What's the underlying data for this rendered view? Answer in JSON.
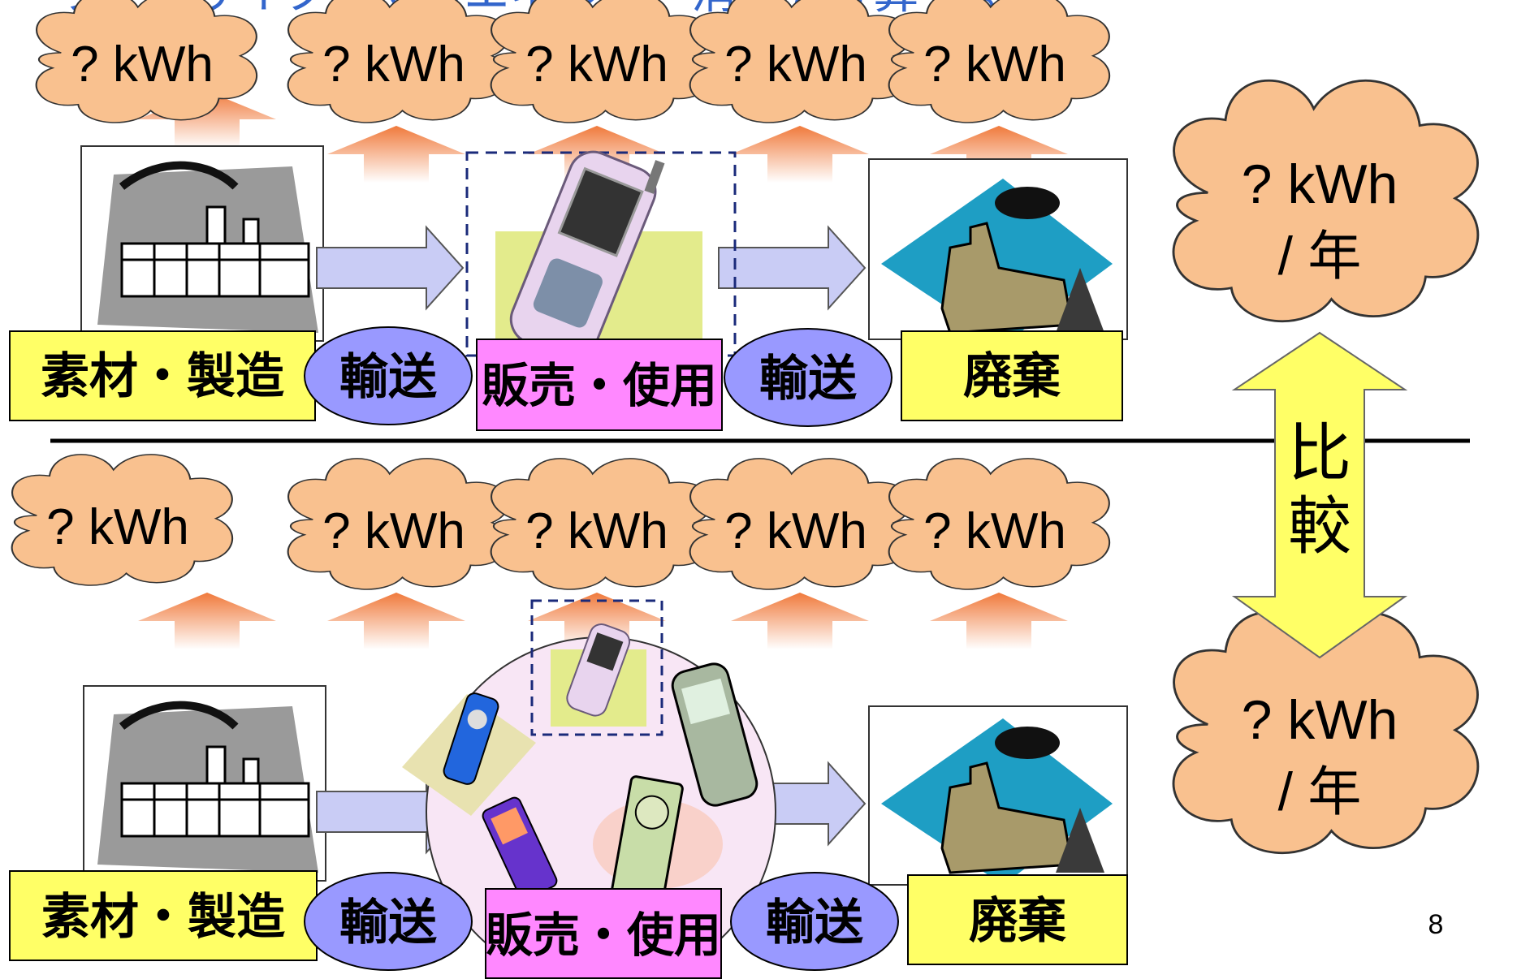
{
  "slide": {
    "title_partial": "ライフサイクルでのエネルギー消費を計算する",
    "page_number": "8"
  },
  "row1": {
    "clouds": [
      "? kWh",
      "? kWh",
      "? kWh",
      "? kWh",
      "? kWh"
    ],
    "stages": [
      "素材・製造",
      "輸送",
      "販売・使用",
      "輸送",
      "廃棄"
    ]
  },
  "row2": {
    "clouds": [
      "? kWh",
      "? kWh",
      "? kWh",
      "? kWh",
      "? kWh"
    ],
    "stages": [
      "素材・製造",
      "輸送",
      "販売・使用",
      "輸送",
      "廃棄"
    ]
  },
  "totals": {
    "top": {
      "line1": "? kWh",
      "line2": "/ 年"
    },
    "bottom": {
      "line1": "? kWh",
      "line2": "/ 年"
    }
  },
  "compare": {
    "char1": "比",
    "char2": "較"
  },
  "colors": {
    "cloud": "#F9C18F",
    "up_arrow": "#F07A3C",
    "flow_arrow": "#C9CCF5",
    "stage_yellow": "#FFFF66",
    "stage_pink": "#FF88FF",
    "transport_ellipse": "#9999FF",
    "compare_arrow": "#FFFF66",
    "title_blue": "#3366CC"
  }
}
